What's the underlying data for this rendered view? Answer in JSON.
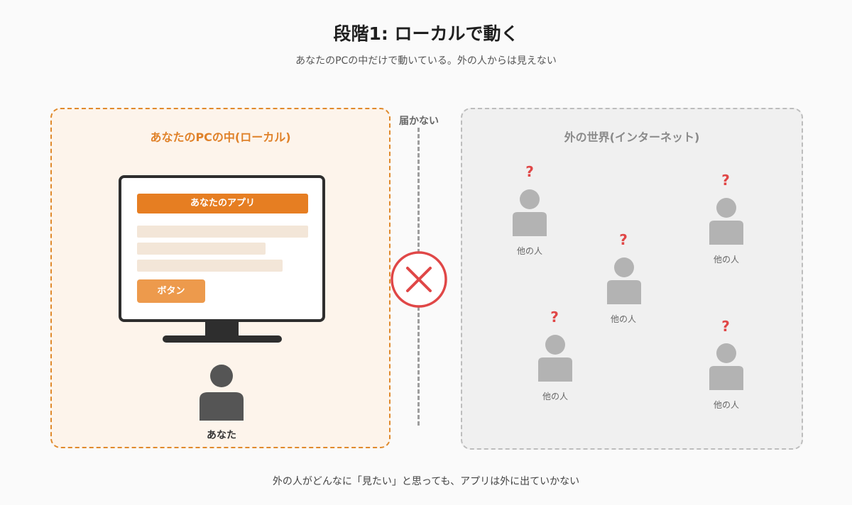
{
  "header": {
    "title": "段階1: ローカルで動く",
    "subtitle": "あなたのPCの中だけで動いている。外の人からは見えない"
  },
  "local": {
    "title": "あなたのPCの中(ローカル)",
    "app_title": "あなたのアプリ",
    "app_button": "ボタン",
    "user_label": "あなた"
  },
  "divider": {
    "label": "届かない"
  },
  "world": {
    "title": "外の世界(インターネット)",
    "people": [
      {
        "question": "?",
        "label": "他の人"
      },
      {
        "question": "?",
        "label": "他の人"
      },
      {
        "question": "?",
        "label": "他の人"
      },
      {
        "question": "?",
        "label": "他の人"
      },
      {
        "question": "?",
        "label": "他の人"
      }
    ]
  },
  "footer": {
    "text": "外の人がどんなに「見たい」と思っても、アプリは外に出ていかない"
  },
  "colors": {
    "accent": "#e67e22",
    "blocked": "#e04747",
    "muted": "#bdbdbd"
  }
}
